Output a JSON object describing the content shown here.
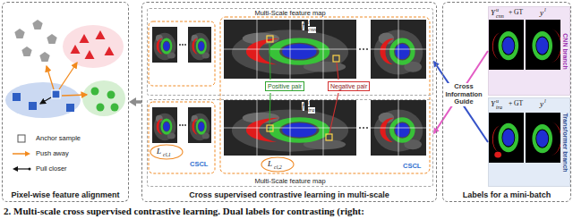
{
  "diagram": {
    "caption": "2. Multi-scale cross supervised contrastive learning. Dual labels for contrasting (right:",
    "nodes": [
      {
        "text": [
          "Pixel-wise feature alignment"
        ]
      },
      {
        "text": [
          "Cross supervised contrastive learning in multi-scale"
        ]
      },
      {
        "text": [
          "Multi-Scale feature map"
        ],
        "in": 1
      },
      {
        "text": [
          "Multi-Scale feature map"
        ],
        "in": 1
      },
      {
        "text": [
          "Labels for a mini-batch"
        ]
      },
      {
        "text": [
          "CNN branch"
        ],
        "in": 4
      },
      {
        "text": [
          "Transformer branch"
        ],
        "in": 4
      }
    ],
    "edges": [
      {
        "from": 1,
        "to": 0,
        "arrow": "to"
      },
      {
        "from": 5,
        "to": 3,
        "arrow": "to"
      },
      {
        "from": 6,
        "to": 2,
        "arrow": "to"
      }
    ],
    "labels": [
      "f",
      "l",
      "cnn",
      "Positive pair",
      "Negative pair",
      "f",
      "l",
      "tra",
      "L",
      "cl,1",
      "CSCL",
      "L",
      "cl,2",
      "CSCL",
      "Cross Information Guide",
      "Y",
      "u",
      "cnn",
      "+ GT",
      "y",
      "l",
      "Y",
      "u",
      "tra",
      "+ GT",
      "y",
      "l"
    ],
    "legend": [
      {
        "text": "Anchor sample"
      },
      {
        "text": "Push away"
      },
      {
        "text": "Pull closer"
      }
    ]
  }
}
